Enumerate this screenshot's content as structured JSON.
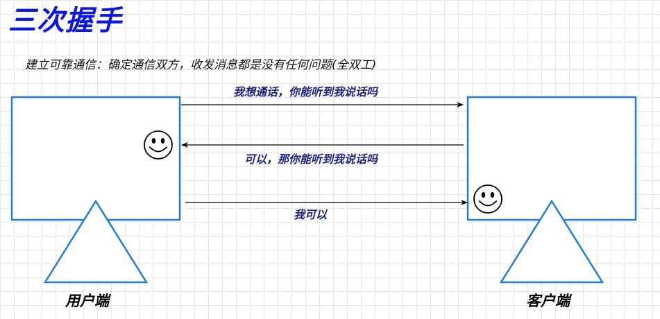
{
  "title": "三次握手",
  "subtitle": "建立可靠通信：确定通信双方，收发消息都是没有任何问题(全双工)",
  "messages": {
    "first": "我想通话，你能听到我说话吗",
    "second": "可以，那你能听到我说话吗",
    "third": "我可以"
  },
  "nodes": {
    "user": "用户端",
    "client": "客户端"
  },
  "colors": {
    "title": "#0a17e8",
    "node_stroke": "#1e7ee0",
    "arrow": "#000000",
    "message": "#1a237e"
  },
  "icons": [
    "smiley-icon"
  ]
}
